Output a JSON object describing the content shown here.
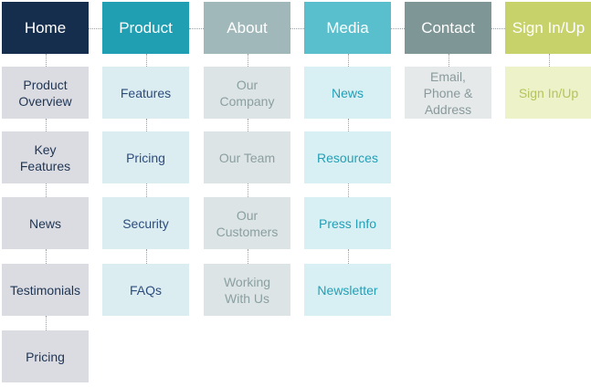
{
  "sitemap": {
    "columns": [
      {
        "label": "Home",
        "color": "#152e4d",
        "sub_bg": "#dbdce2",
        "sub_text": "#1e3554",
        "items": [
          "Product Overview",
          "Key Features",
          "News",
          "Testimonials",
          "Pricing"
        ]
      },
      {
        "label": "Product",
        "color": "#209fb3",
        "sub_bg": "#dcedf2",
        "sub_text": "#2c4c7c",
        "items": [
          "Features",
          "Pricing",
          "Security",
          "FAQs"
        ]
      },
      {
        "label": "About",
        "color": "#a0b8ba",
        "sub_bg": "#dde4e6",
        "sub_text": "#8a9fa1",
        "items": [
          "Our Company",
          "Our Team",
          "Our Customers",
          "Working With Us"
        ]
      },
      {
        "label": "Media",
        "color": "#59bfcd",
        "sub_bg": "#d8eff3",
        "sub_text": "#249fb5",
        "items": [
          "News",
          "Resources",
          "Press Info",
          "Newsletter"
        ]
      },
      {
        "label": "Contact",
        "color": "#7f9696",
        "sub_bg": "#e5e9ea",
        "sub_text": "#8a9a9b",
        "items": [
          "Email, Phone & Address"
        ]
      },
      {
        "label": "Sign In/Up",
        "color": "#c8d26b",
        "sub_bg": "#eef2c9",
        "sub_text": "#b5c35c",
        "items": [
          "Sign In/Up"
        ]
      }
    ]
  }
}
